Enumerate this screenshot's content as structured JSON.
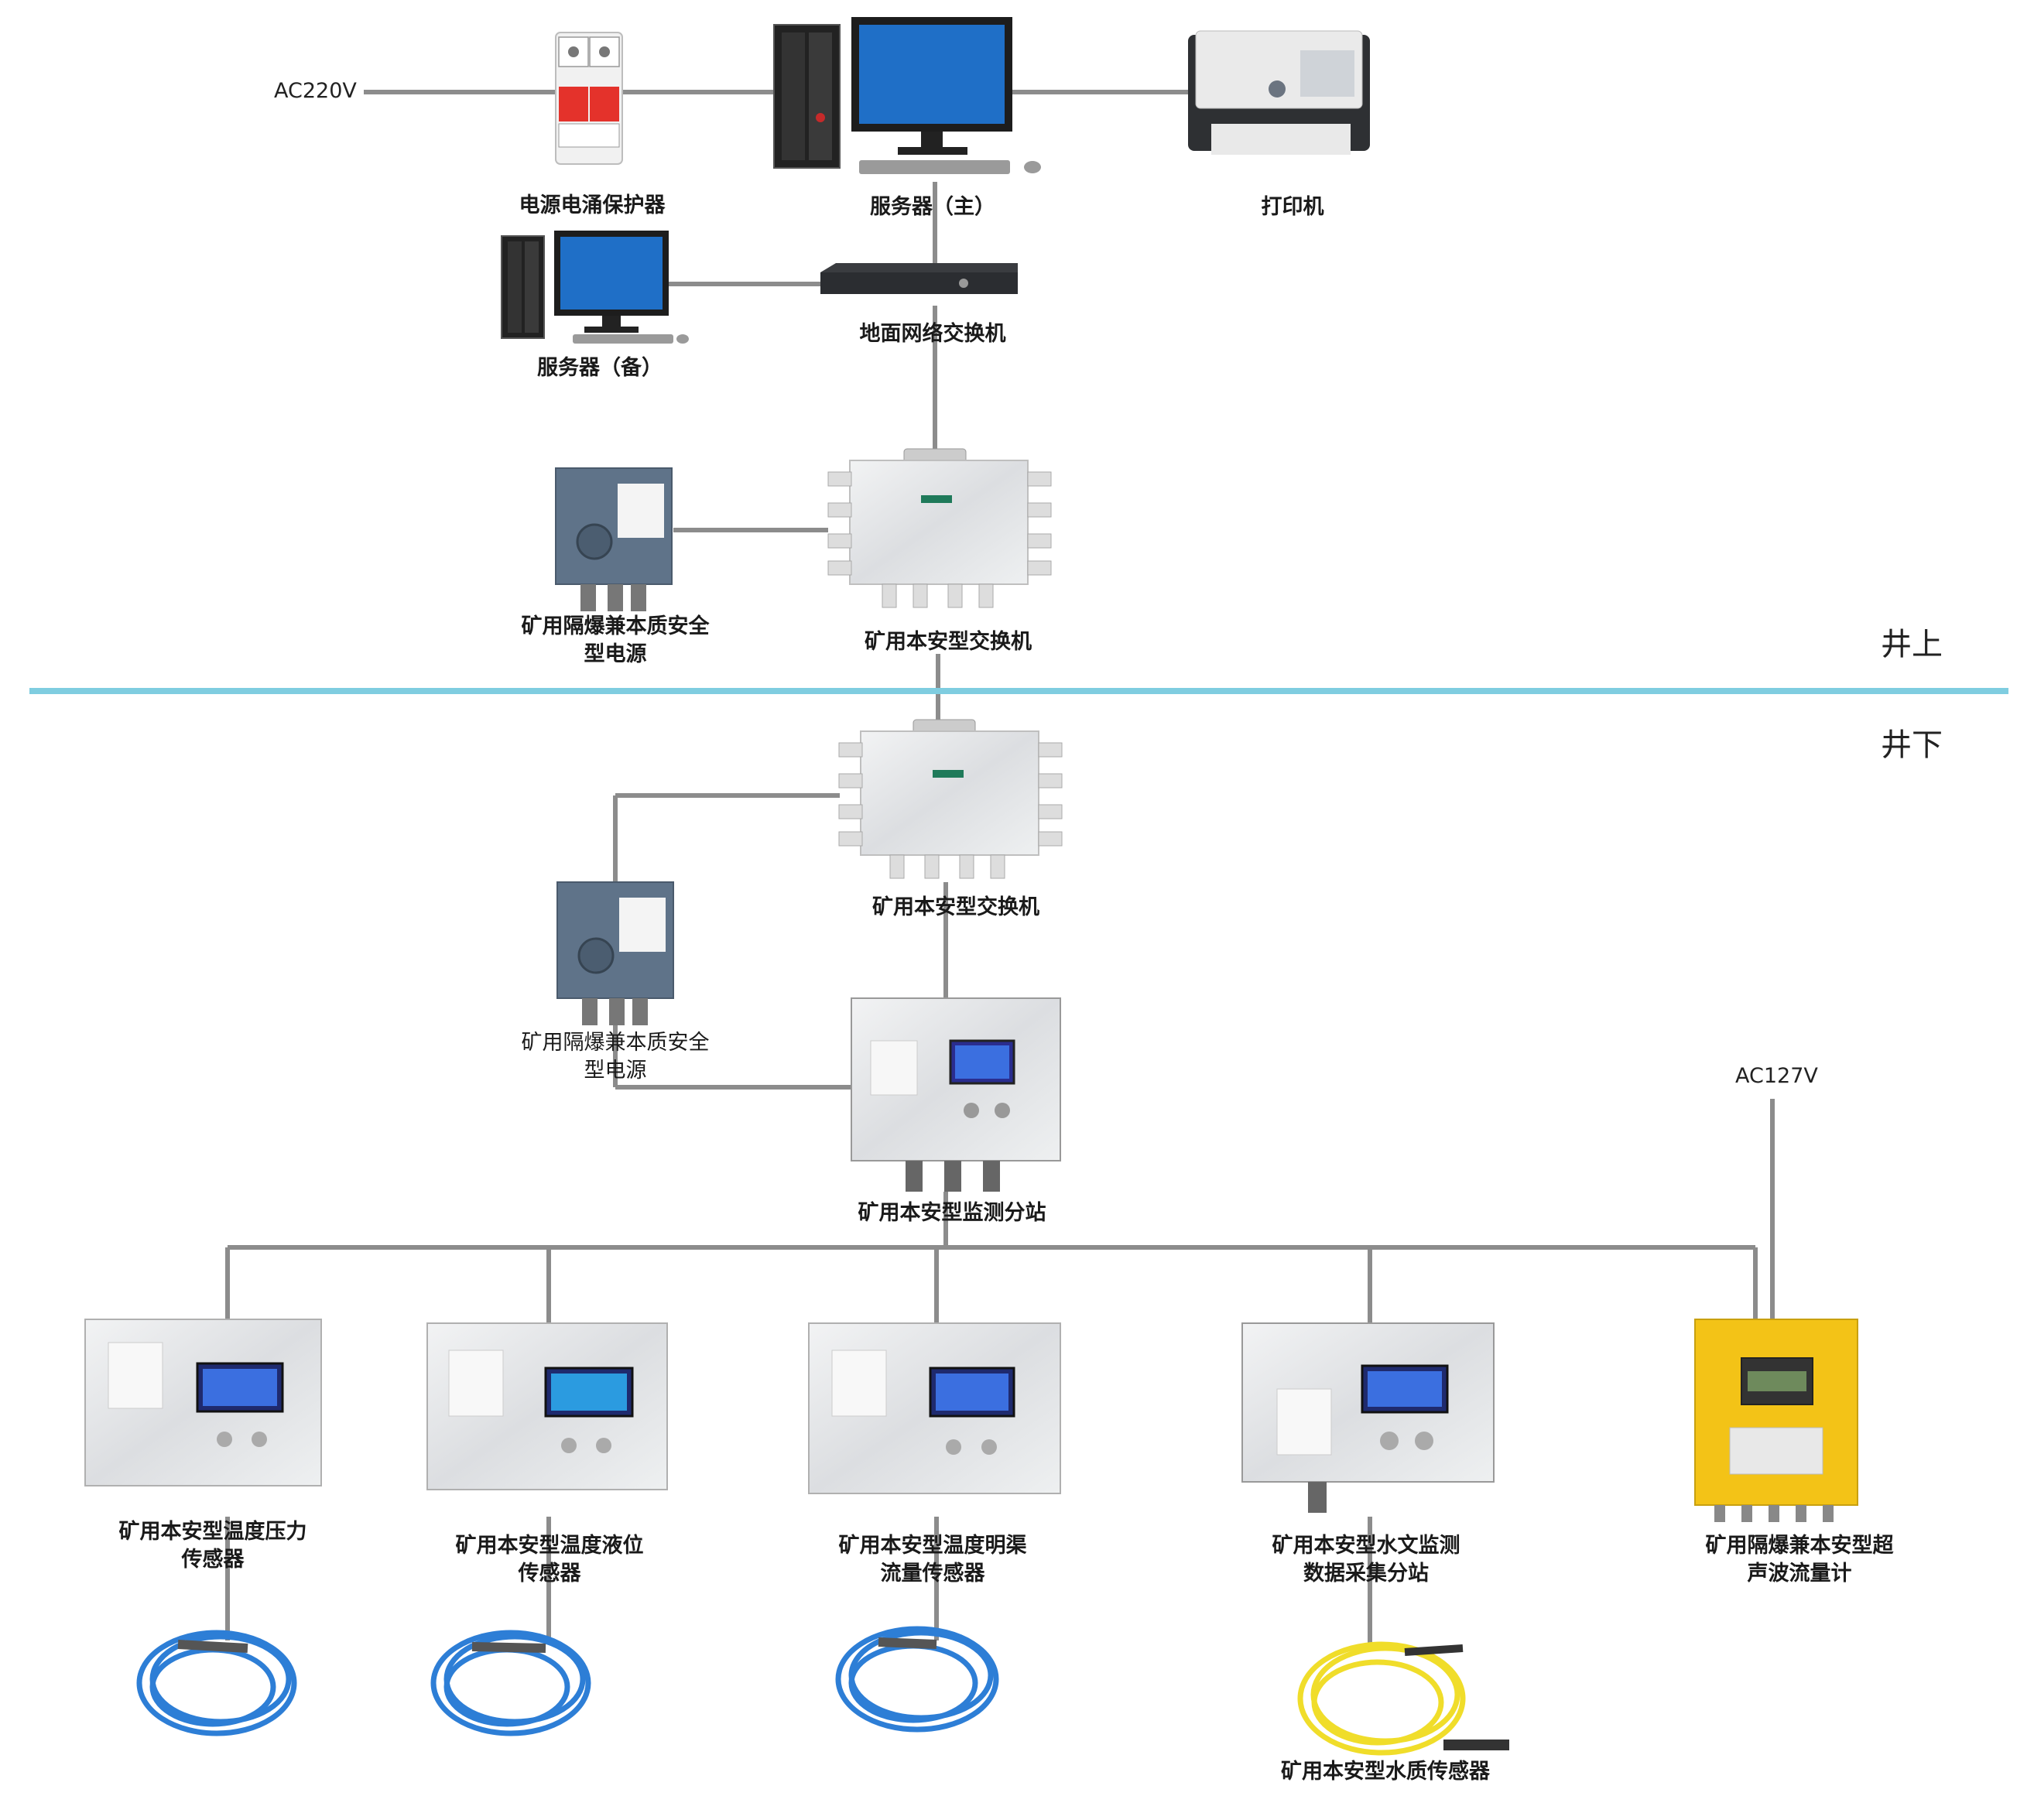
{
  "colors": {
    "line": "#8c8c8c",
    "divider": "#7fcde0",
    "steel": "#e6e7e9",
    "steel_dark": "#c9cbce",
    "blue_box": "#5f7389",
    "screen": "#3b6fe0",
    "yellow": "#f3c317",
    "cable_blue": "#2d7ed6",
    "cable_yellow": "#f0dd2a"
  },
  "zones": {
    "above": "井上",
    "below": "井下"
  },
  "voltages": {
    "ac220": "AC220V",
    "ac127": "AC127V"
  },
  "nodes": {
    "surge_protector": "电源电涌保护器",
    "server_main": "服务器（主）",
    "printer": "打印机",
    "server_backup": "服务器（备）",
    "ground_switch": "地面网络交换机",
    "psu_top_line1": "矿用隔爆兼本质安全",
    "psu_top_line2": "型电源",
    "mine_switch_top": "矿用本安型交换机",
    "mine_switch_bottom": "矿用本安型交换机",
    "psu_bottom_line1": "矿用隔爆兼本质安全",
    "psu_bottom_line2": "型电源",
    "substation": "矿用本安型监测分站",
    "sensor1_line1": "矿用本安型温度压力",
    "sensor1_line2": "传感器",
    "sensor2_line1": "矿用本安型温度液位",
    "sensor2_line2": "传感器",
    "sensor3_line1": "矿用本安型温度明渠",
    "sensor3_line2": "流量传感器",
    "sensor4_line1": "矿用本安型水文监测",
    "sensor4_line2": "数据采集分站",
    "sensor5_line1": "矿用隔爆兼本安型超",
    "sensor5_line2": "声波流量计",
    "water_quality": "矿用本安型水质传感器"
  },
  "icons": {
    "surge": "surge-protector-icon",
    "server": "desktop-server-icon",
    "printer": "printer-icon",
    "switch": "network-switch-icon",
    "psu": "power-supply-box-icon",
    "steel_box": "stainless-enclosure-icon",
    "cable": "cable-coil-icon",
    "flowmeter": "yellow-flowmeter-icon"
  }
}
